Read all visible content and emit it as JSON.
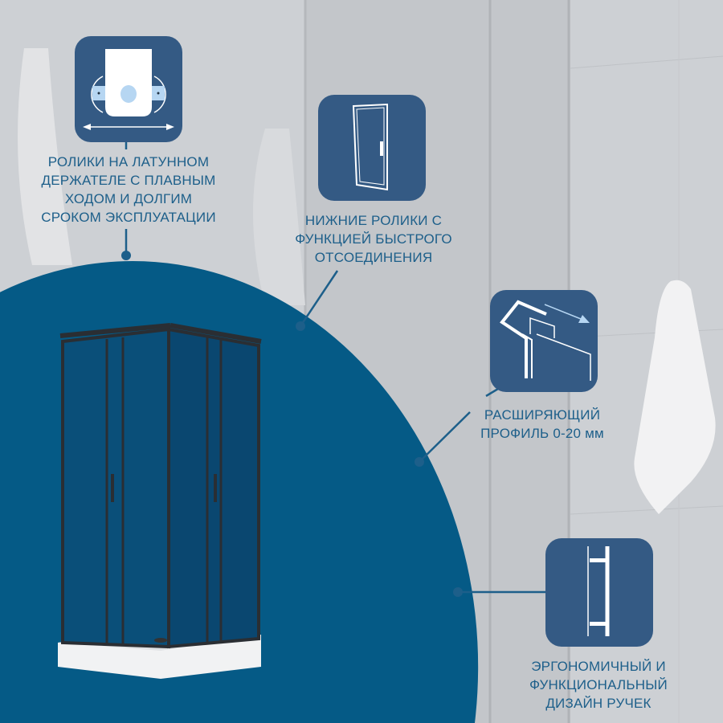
{
  "features": [
    {
      "icon": "roller-holder-icon",
      "lines": [
        "РОЛИКИ НА ЛАТУННОМ",
        "ДЕРЖАТЕЛЕ С ПЛАВНЫМ",
        "ХОДОМ И ДОЛГИМ",
        "СРОКОМ ЭКСПЛУАТАЦИИ"
      ]
    },
    {
      "icon": "door-icon",
      "lines": [
        "НИЖНИЕ РОЛИКИ С",
        "ФУНКЦИЕЙ БЫСТРОГО",
        "ОТСОЕДИНЕНИЯ"
      ]
    },
    {
      "icon": "expanding-profile-icon",
      "lines": [
        "РАСШИРЯЮЩИЙ",
        "ПРОФИЛЬ 0-20 мм"
      ]
    },
    {
      "icon": "handle-icon",
      "lines": [
        "ЭРГОНОМИЧНЫЙ И",
        "ФУНКЦИОНАЛЬНЫЙ",
        "ДИЗАЙН РУЧЕК"
      ]
    }
  ],
  "colors": {
    "circle": "#055a86",
    "icon_box": "#345a84",
    "text": "#1d5f8a"
  }
}
